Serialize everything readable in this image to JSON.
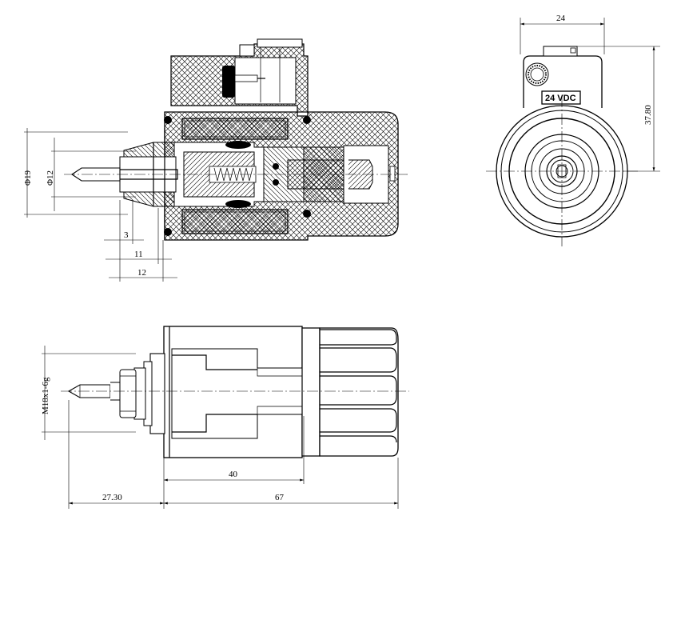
{
  "dimensions": {
    "dia19": "Φ19",
    "dia12": "Φ12",
    "d3": "3",
    "d11": "11",
    "d12": "12",
    "width24": "24",
    "height37_80": "37.80",
    "thread": "M18x1-6g",
    "d40": "40",
    "d27_30": "27.30",
    "d67": "67"
  },
  "coil_label": "24 VDC"
}
